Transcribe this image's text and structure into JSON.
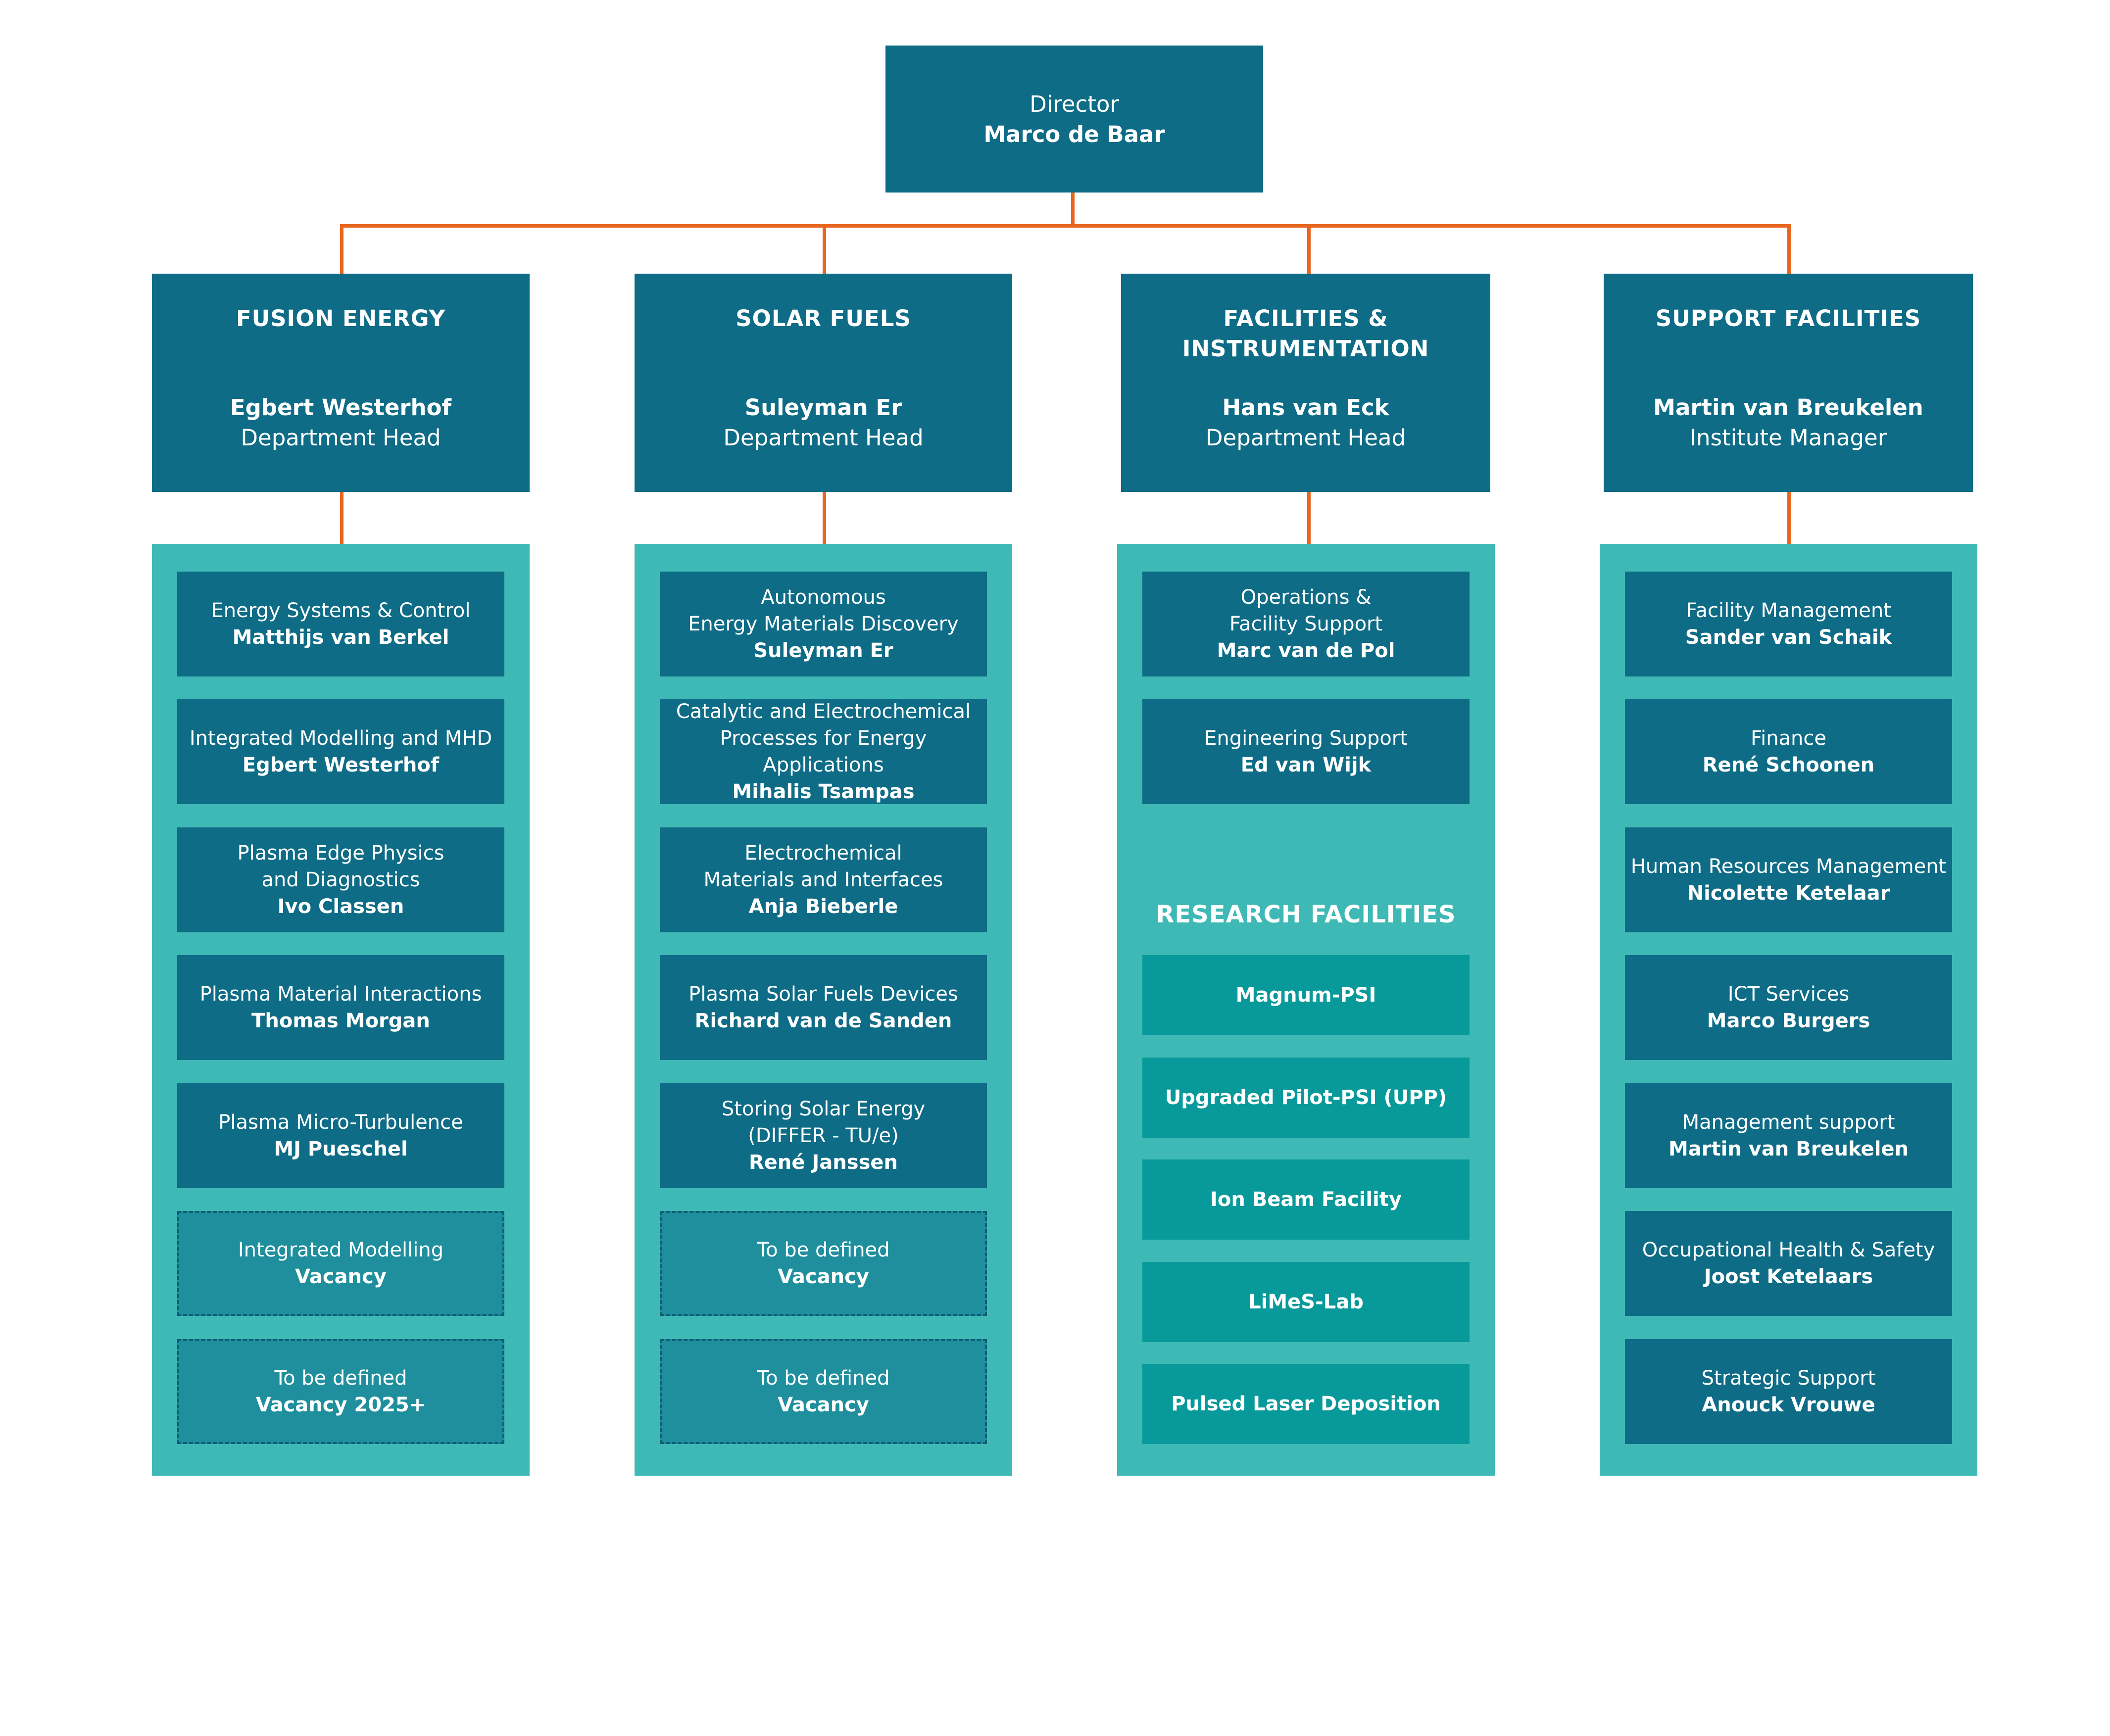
{
  "colors": {
    "primary": "#0e6c86",
    "panel": "#3fb9b5",
    "facility": "#08999a",
    "vacancy": "#1f8f9e",
    "connector": "#e8661f"
  },
  "director": {
    "title": "Director",
    "name": "Marco de Baar"
  },
  "departments": [
    {
      "name": "FUSION ENERGY",
      "head": "Egbert Westerhof",
      "role": "Department Head",
      "units": [
        {
          "title": "Energy Systems & Control",
          "name": "Matthijs van Berkel"
        },
        {
          "title": "Integrated Modelling and MHD",
          "name": "Egbert Westerhof"
        },
        {
          "title": "Plasma Edge Physics\nand Diagnostics",
          "name": "Ivo Classen"
        },
        {
          "title": "Plasma Material Interactions",
          "name": "Thomas Morgan"
        },
        {
          "title": "Plasma Micro-Turbulence",
          "name": "MJ Pueschel"
        },
        {
          "title": "Integrated Modelling",
          "name": "Vacancy"
        },
        {
          "title": "To be defined",
          "name": "Vacancy 2025+"
        }
      ]
    },
    {
      "name": "SOLAR FUELS",
      "head": "Suleyman Er",
      "role": "Department Head",
      "units": [
        {
          "title": "Autonomous\nEnergy Materials Discovery",
          "name": "Suleyman Er"
        },
        {
          "title": "Catalytic and Electrochemical\nProcesses for Energy Applications",
          "name": "Mihalis Tsampas"
        },
        {
          "title": "Electrochemical\nMaterials and Interfaces",
          "name": "Anja Bieberle"
        },
        {
          "title": "Plasma Solar Fuels Devices",
          "name": "Richard van de Sanden"
        },
        {
          "title": "Storing Solar Energy\n(DIFFER - TU/e)",
          "name": "René Janssen"
        },
        {
          "title": "To be defined",
          "name": "Vacancy"
        },
        {
          "title": "To be defined",
          "name": "Vacancy"
        }
      ]
    },
    {
      "name": "FACILITIES &\nINSTRUMENTATION",
      "head": "Hans van Eck",
      "role": "Department Head",
      "units": [
        {
          "title": "Operations &\nFacility Support",
          "name": "Marc van de Pol"
        },
        {
          "title": "Engineering Support",
          "name": "Ed van Wijk"
        }
      ],
      "research_title": "RESEARCH FACILITIES",
      "facilities": [
        "Magnum-PSI",
        "Upgraded Pilot-PSI (UPP)",
        "Ion Beam Facility",
        "LiMeS-Lab",
        "Pulsed Laser Deposition"
      ]
    },
    {
      "name": "SUPPORT FACILITIES",
      "head": "Martin van Breukelen",
      "role": "Institute Manager",
      "units": [
        {
          "title": "Facility Management",
          "name": "Sander van Schaik"
        },
        {
          "title": "Finance",
          "name": "René Schoonen"
        },
        {
          "title": "Human Resources Management",
          "name": "Nicolette Ketelaar"
        },
        {
          "title": "ICT Services",
          "name": "Marco Burgers"
        },
        {
          "title": "Management support",
          "name": "Martin van Breukelen"
        },
        {
          "title": "Occupational Health & Safety",
          "name": "Joost Ketelaars"
        },
        {
          "title": "Strategic Support",
          "name": "Anouck Vrouwe"
        }
      ]
    }
  ]
}
